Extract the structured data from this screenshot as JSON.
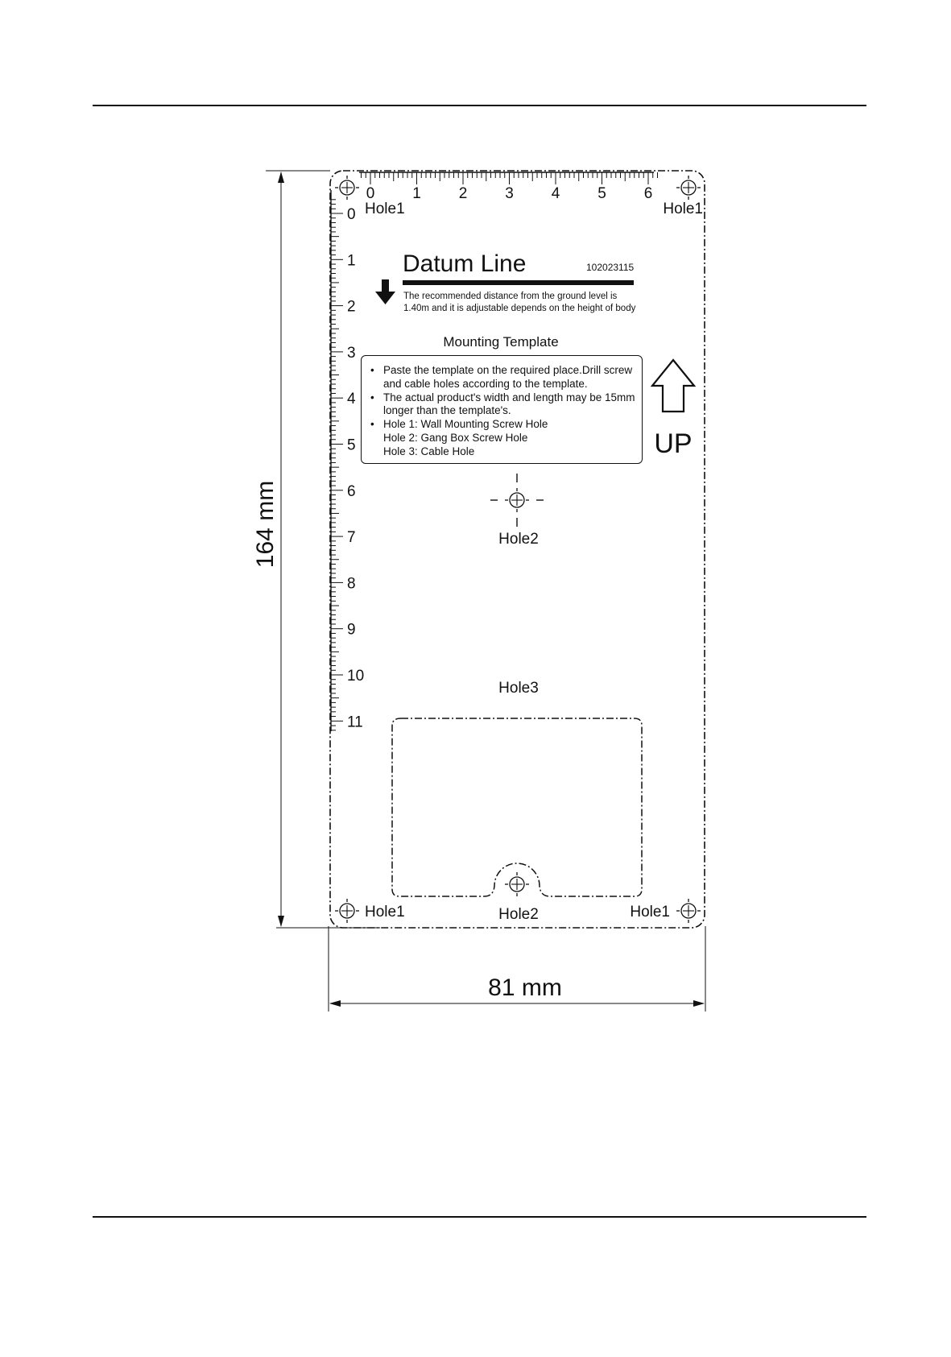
{
  "page": {
    "rule_color": "#111111"
  },
  "dimensions": {
    "height_label": "164 mm",
    "width_label": "81 mm"
  },
  "ruler": {
    "horizontal_ticks": [
      "0",
      "1",
      "2",
      "3",
      "4",
      "5",
      "6"
    ],
    "vertical_ticks": [
      "0",
      "1",
      "2",
      "3",
      "4",
      "5",
      "6",
      "7",
      "8",
      "9",
      "10",
      "11"
    ]
  },
  "datum": {
    "title": "Datum Line",
    "code": "102023115",
    "note_line1": "The recommended distance from the ground level is",
    "note_line2": "1.40m and it is adjustable depends on the height of body",
    "arrow_icon": "arrow-down-icon"
  },
  "template": {
    "title": "Mounting Template",
    "bullets": [
      {
        "bullet": true,
        "text": "Paste the template on the required place.Drill screw"
      },
      {
        "bullet": false,
        "text": "and cable holes according to the template."
      },
      {
        "bullet": true,
        "text": "The actual product's width and length may be 15mm"
      },
      {
        "bullet": false,
        "text": "longer than the template's."
      },
      {
        "bullet": true,
        "text": "Hole 1: Wall Mounting Screw Hole"
      },
      {
        "bullet": false,
        "text": "Hole 2: Gang Box Screw Hole"
      },
      {
        "bullet": false,
        "text": "Hole 3: Cable Hole"
      }
    ]
  },
  "orientation": {
    "up_label": "UP",
    "arrow_icon": "arrow-up-outline-icon"
  },
  "holes": {
    "hole1_top_left": "Hole1",
    "hole1_top_right": "Hole1",
    "hole1_bottom_left": "Hole1",
    "hole1_bottom_right": "Hole1",
    "hole2_middle": "Hole2",
    "hole2_bottom": "Hole2",
    "hole3": "Hole3",
    "target_icon": "crosshair-target-icon"
  }
}
